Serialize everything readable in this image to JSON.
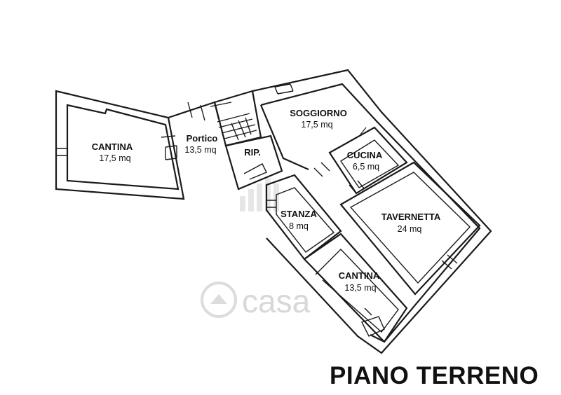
{
  "floor_title": "PIANO TERRENO",
  "watermark": "casa",
  "rooms": {
    "cantina_left": {
      "name": "CANTINA",
      "area": "17,5 mq"
    },
    "portico": {
      "name": "Portico",
      "area": "13,5 mq"
    },
    "rip": {
      "name": "RIP."
    },
    "soggiorno": {
      "name": "SOGGIORNO",
      "area": "17,5 mq"
    },
    "cucina": {
      "name": "CUCINA",
      "area": "6,5 mq"
    },
    "stanza": {
      "name": "STANZA",
      "area": "8 mq"
    },
    "tavernetta": {
      "name": "TAVERNETTA",
      "area": "24 mq"
    },
    "cantina_bottom": {
      "name": "CANTINA",
      "area": "13,5 mq"
    }
  },
  "colors": {
    "wall": "#1a1a1a",
    "watermark": "#d8d8d8"
  }
}
